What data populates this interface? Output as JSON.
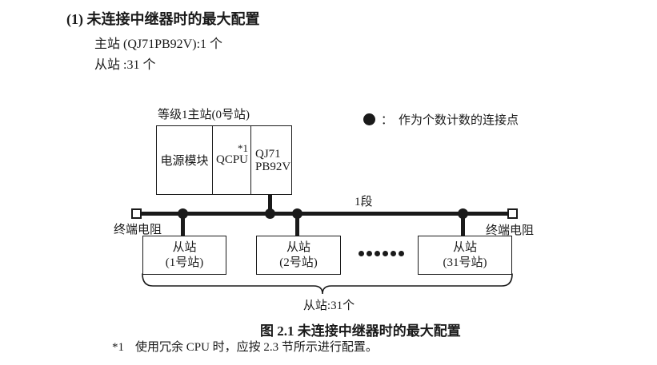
{
  "page": {
    "heading": "(1) 未连接中继器时的最大配置",
    "spec_master": "主站 (QJ71PB92V):1 个",
    "spec_slave": "从站 :31 个",
    "figure_caption": "图 2.1 未连接中继器时的最大配置",
    "footnote_marker": "*1",
    "footnote_text": "使用冗余 CPU 时，应按 2.3 节所示进行配置。"
  },
  "diagram": {
    "master": {
      "label": "等级1主站(0号站)",
      "power_module": "电源模块",
      "cpu": "QCPU",
      "cpu_note": "*1",
      "interface_line1": "QJ71",
      "interface_line2": "PB92V"
    },
    "legend": {
      "symbol_icon": "filled-circle",
      "separator": "：",
      "text": "作为个数计数的连接点"
    },
    "segment_label": "1段",
    "terminator_left_label": "终端电阻",
    "terminator_right_label": "终端电阻",
    "slaves": [
      {
        "name": "从站",
        "station": "(1号站)"
      },
      {
        "name": "从站",
        "station": "(2号站)"
      },
      {
        "name": "从站",
        "station": "(31号站)"
      }
    ],
    "brace_label": "从站:31个",
    "colors": {
      "line": "#1a1a1a",
      "text": "#1a1a1a",
      "background": "#ffffff"
    }
  }
}
